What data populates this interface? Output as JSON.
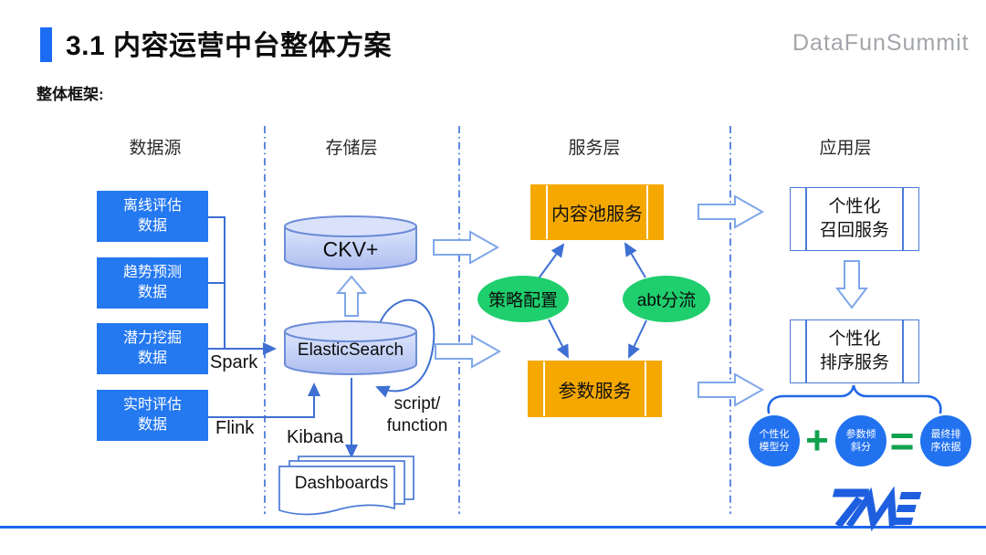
{
  "slide": {
    "title": "3.1 内容运营中台整体方案",
    "brand": "DataFunSummit",
    "subtitle": "整体框架:"
  },
  "columns": [
    {
      "label": "数据源"
    },
    {
      "label": "存储层"
    },
    {
      "label": "服务层"
    },
    {
      "label": "应用层"
    }
  ],
  "data_sources": [
    {
      "label": "离线评估\n数据"
    },
    {
      "label": "趋势预测\n数据"
    },
    {
      "label": "潜力挖掘\n数据"
    },
    {
      "label": "实时评估\n数据"
    }
  ],
  "edge_labels": {
    "spark": "Spark",
    "flink": "Flink",
    "kibana": "Kibana",
    "script": "script/\nfunction"
  },
  "storage": {
    "ckv": "CKV+",
    "elasticsearch": "ElasticSearch",
    "dashboards": "Dashboards"
  },
  "services": {
    "content_pool": "内容池服务",
    "parameter": "参数服务",
    "strategy": "策略配置",
    "abt": "abt分流"
  },
  "applications": {
    "recall": "个性化\n召回服务",
    "rank": "个性化\n排序服务"
  },
  "formula": {
    "model_score": "个性化\n模型分",
    "plus": "+",
    "tilt_score": "参数倾\n斜分",
    "equals": "=",
    "result": "最终排\n序依据"
  },
  "colors": {
    "accent_blue": "#1B6BF3",
    "box_blue": "#2478F0",
    "service_yellow": "#F5A800",
    "tag_green": "#1FCE6D",
    "operator_green": "#0FA24C",
    "line_blue": "#3E6FD3",
    "bottom_line": "#1E66F0"
  }
}
